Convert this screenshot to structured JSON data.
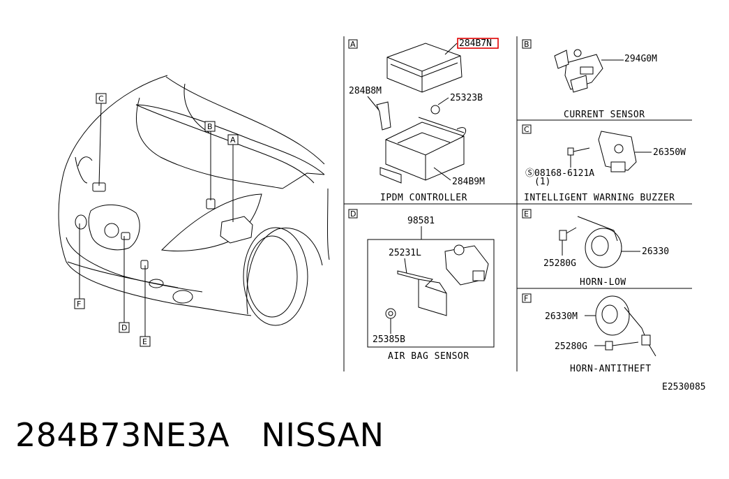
{
  "car_callouts": {
    "c": "C",
    "b": "B",
    "a": "A",
    "f": "F",
    "d": "D",
    "e": "E"
  },
  "panels": {
    "a": {
      "letter": "A",
      "caption": "IPDM CONTROLLER",
      "parts": {
        "highlighted": "284B7N",
        "bracket": "284B8M",
        "nut": "25323B",
        "box": "284B9M"
      }
    },
    "b": {
      "letter": "B",
      "caption": "CURRENT SENSOR",
      "parts": {
        "sensor": "294G0M"
      }
    },
    "c": {
      "letter": "C",
      "caption": "INTELLIGENT WARNING BUZZER",
      "parts": {
        "buzzer": "26350W",
        "bolt": "Ⓢ08168-6121A",
        "qty": "(1)"
      }
    },
    "d": {
      "letter": "D",
      "caption": "AIR BAG SENSOR",
      "parts": {
        "assembly": "98581",
        "bracket": "25231L",
        "nut": "25385B"
      }
    },
    "e": {
      "letter": "E",
      "caption": "HORN-LOW",
      "parts": {
        "horn": "26330",
        "bolt": "25280G"
      }
    },
    "f": {
      "letter": "F",
      "caption": "HORN-ANTITHEFT",
      "parts": {
        "horn": "26330M",
        "bolt": "25280G"
      }
    }
  },
  "diagram_code": "E2530085",
  "footer_title": "284B73NE3A   NISSAN",
  "colors": {
    "highlight": "#e00000",
    "line": "#000000",
    "background": "#ffffff"
  }
}
